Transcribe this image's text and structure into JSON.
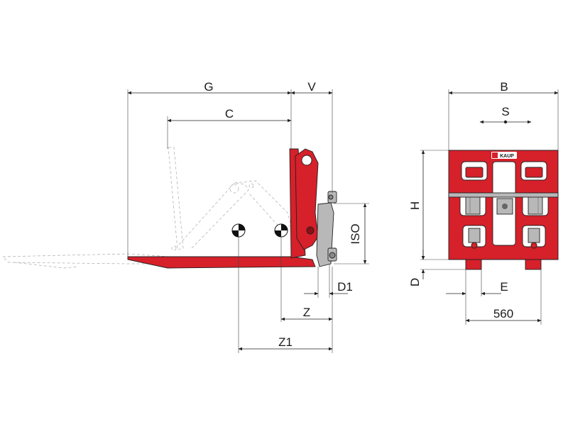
{
  "diagram": {
    "labels": {
      "G": "G",
      "V": "V",
      "C": "C",
      "ISO": "ISO",
      "D1": "D1",
      "Z": "Z",
      "Z1": "Z1",
      "B": "B",
      "S": "S",
      "H": "H",
      "D": "D",
      "E": "E",
      "width_560": "560"
    },
    "logo_text": "KAUP",
    "colors": {
      "frame_red": "#d6202a",
      "frame_dark": "#8c1017",
      "grey_parts": "#b8b8b8",
      "ghost_line": "#aaaaaa",
      "dimension_line": "#222222"
    }
  }
}
